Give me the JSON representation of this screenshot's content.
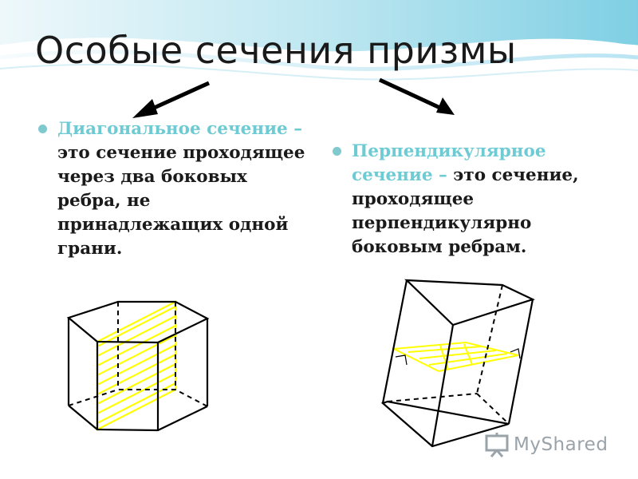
{
  "slide": {
    "title": "Особые сечения призмы",
    "left": {
      "term": "Диагональное сечение – ",
      "definition": "это сечение проходящее через два боковых ребра, не принадлежащих одной грани."
    },
    "right": {
      "term": "Перпендикулярное сечение – ",
      "definition": "это сечение, проходящее перпендикулярно боковым ребрам."
    }
  },
  "logo": {
    "text": "MyShared",
    "icon": "presentation-board-icon"
  },
  "colors": {
    "term": "#6ecbd3",
    "bullet": "#7fc9cf",
    "section_fill": "#ffff00",
    "edges": "#000000",
    "wave": "#8fd3e6"
  }
}
